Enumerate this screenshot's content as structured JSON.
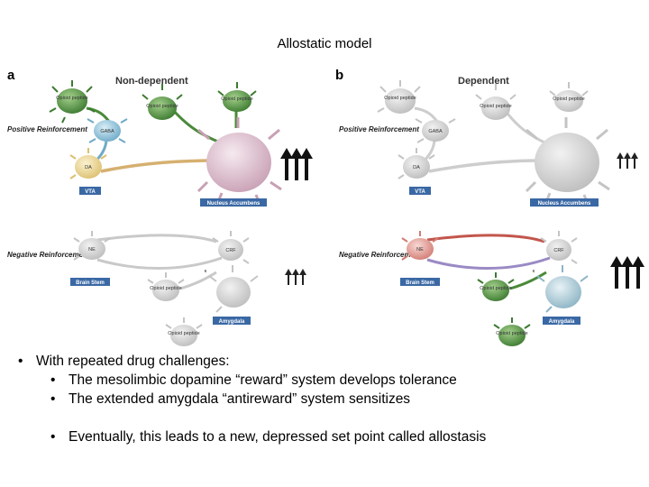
{
  "title": "Allostatic model",
  "panels": {
    "a": {
      "letter": "a",
      "title": "Non-dependent",
      "positive_reinforcement": "Positive Reinforcement",
      "negative_reinforcement": "Negative Reinforcement",
      "opioid_peptide": "Opioid peptide",
      "gaba": "GABA",
      "da": "DA",
      "vta": "VTA",
      "mu": "μ",
      "nucleus_accumbens": "Nucleus Accumbens",
      "ne": "NE",
      "crf": "CRF",
      "kappa": "κ",
      "brain_stem": "Brain Stem",
      "amygdala": "Amygdala"
    },
    "b": {
      "letter": "b",
      "title": "Dependent",
      "positive_reinforcement": "Positive Reinforcement",
      "negative_reinforcement": "Negative Reinforcement",
      "opioid_peptide": "Opioid peptide",
      "gaba": "GABA",
      "da": "DA",
      "vta": "VTA",
      "mu": "μ",
      "nucleus_accumbens": "Nucleus Accumbens",
      "ne": "NE",
      "crf": "CRF",
      "kappa": "κ",
      "brain_stem": "Brain Stem",
      "amygdala": "Amygdala"
    }
  },
  "bullets": {
    "main": "With repeated drug challenges:",
    "sub1": "The mesolimbic dopamine “reward” system develops tolerance",
    "sub2": "The extended amygdala “antireward” system sensitizes",
    "sub3": "Eventually, this leads to a new, depressed set point called allostasis"
  },
  "colors": {
    "opioid_green": "#4a8a3a",
    "gaba_blue": "#8cc4dc",
    "da_yellow": "#f2dc8c",
    "accumbens_pink": "#e2c6d2",
    "faded": "#d4d4d4",
    "box_blue": "#3a68a4",
    "ne_red": "#e4948c",
    "amygdala_teal": "#b8d4dc"
  }
}
